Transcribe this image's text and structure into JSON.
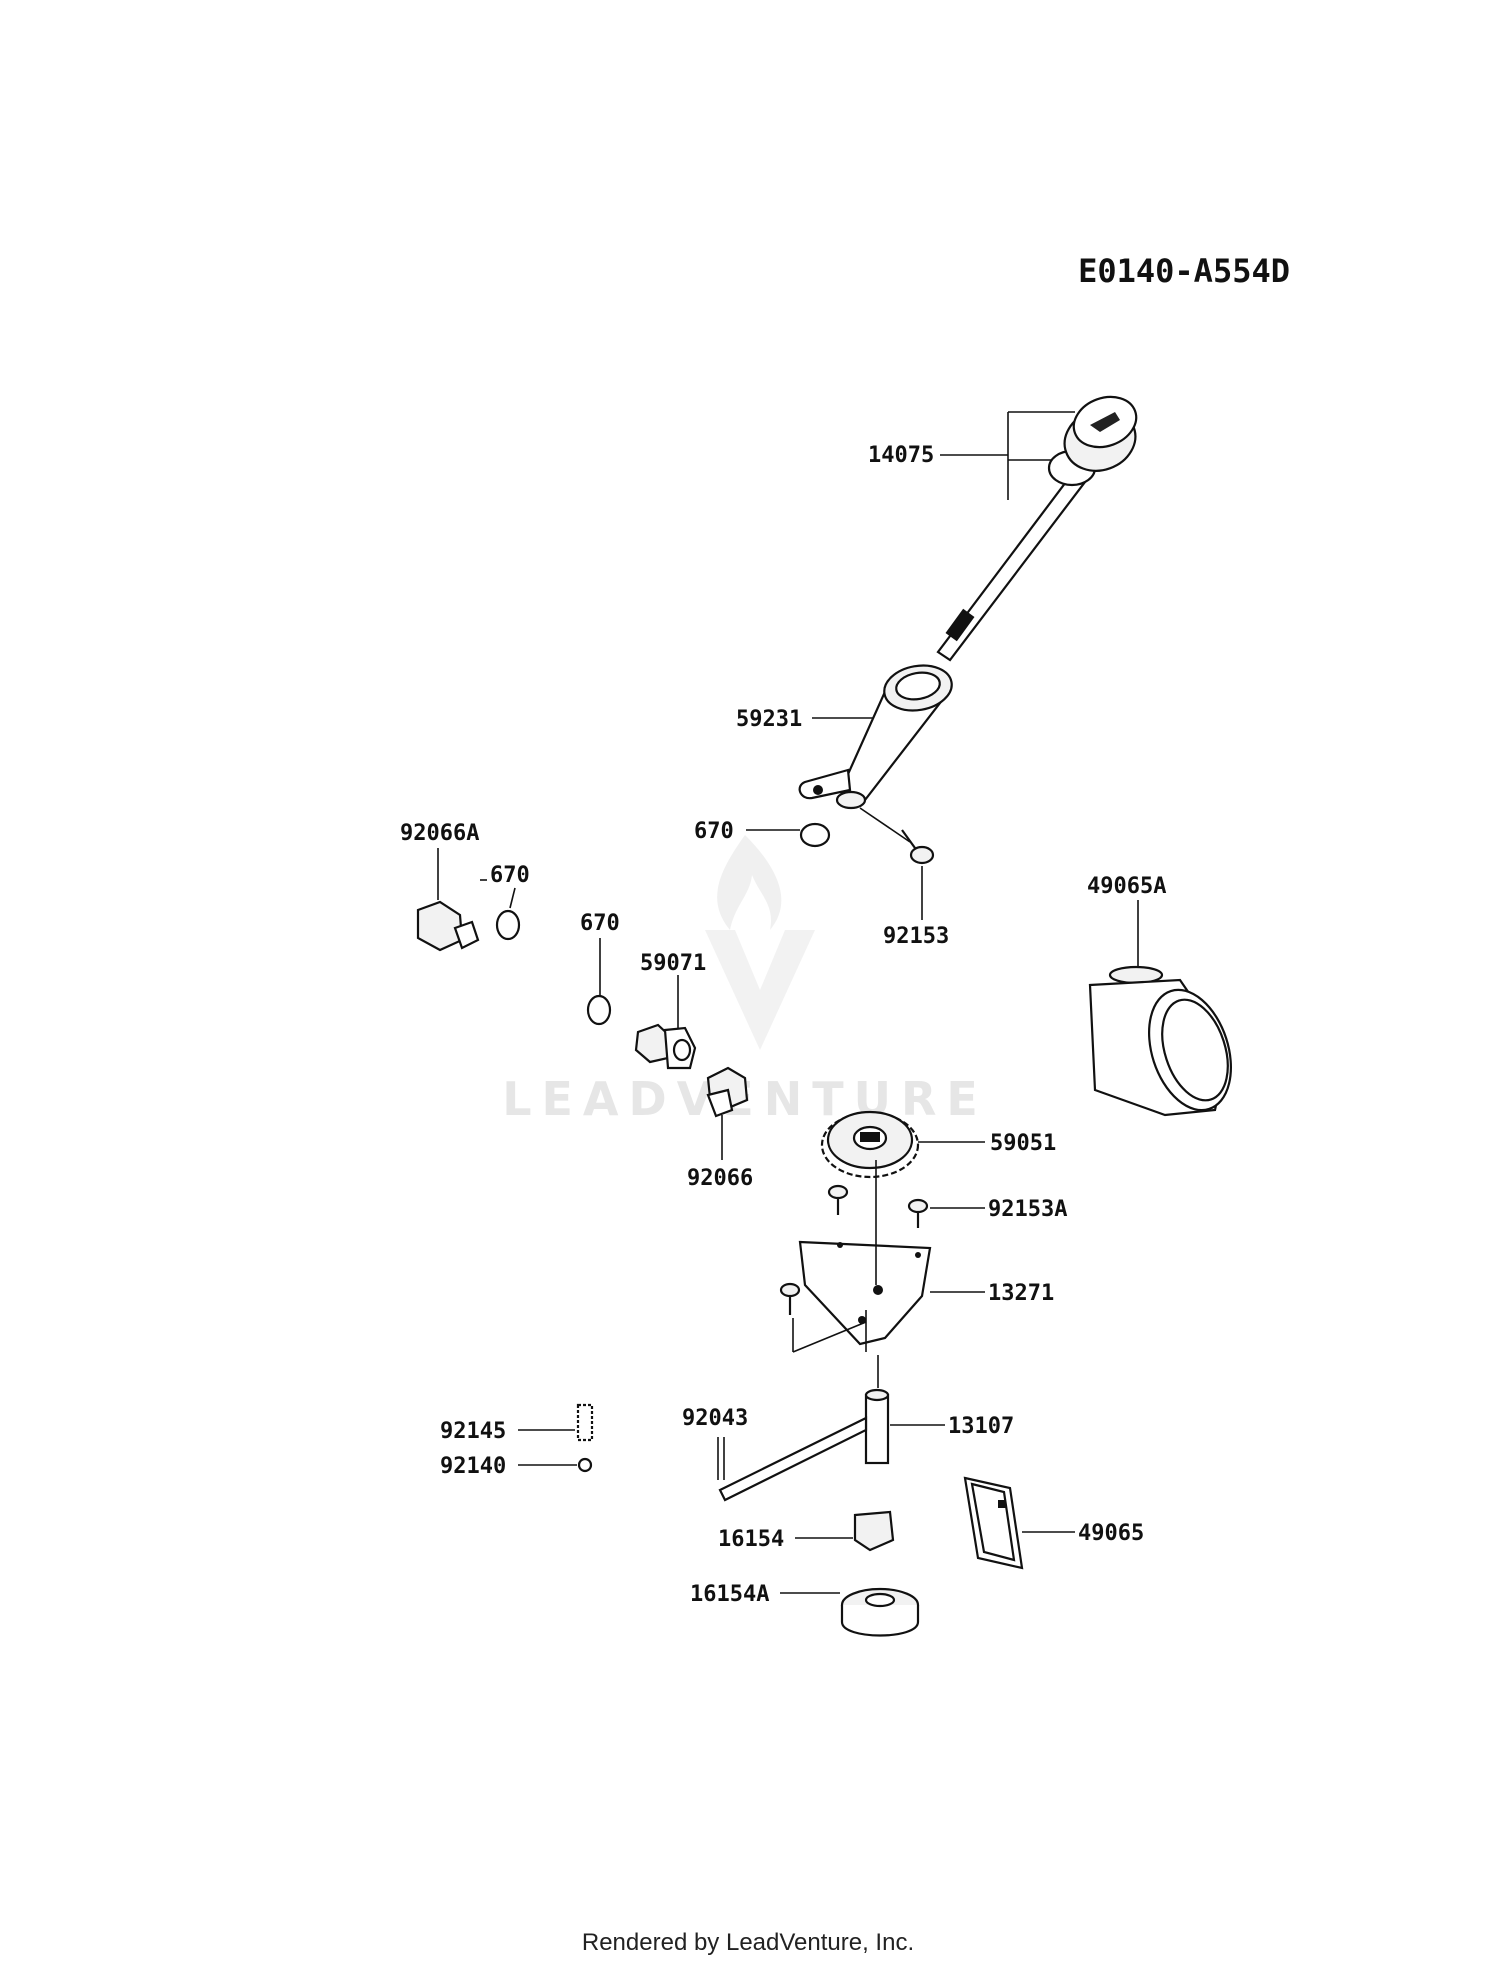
{
  "diagram": {
    "code": "E0140-A554D",
    "watermark": "LEADVENTURE",
    "footer": "Rendered by LeadVenture, Inc."
  },
  "parts": {
    "p14075": "14075",
    "p59231": "59231",
    "p670_a": "670",
    "p92153": "92153",
    "p92066A": "92066A",
    "p670_b": "670",
    "p670_c": "670",
    "p59071": "59071",
    "p92066": "92066",
    "p49065A": "49065A",
    "p59051": "59051",
    "p92153A": "92153A",
    "p13271": "13271",
    "p92145": "92145",
    "p92140": "92140",
    "p92043": "92043",
    "p13107": "13107",
    "p16154": "16154",
    "p16154A": "16154A",
    "p49065": "49065"
  }
}
